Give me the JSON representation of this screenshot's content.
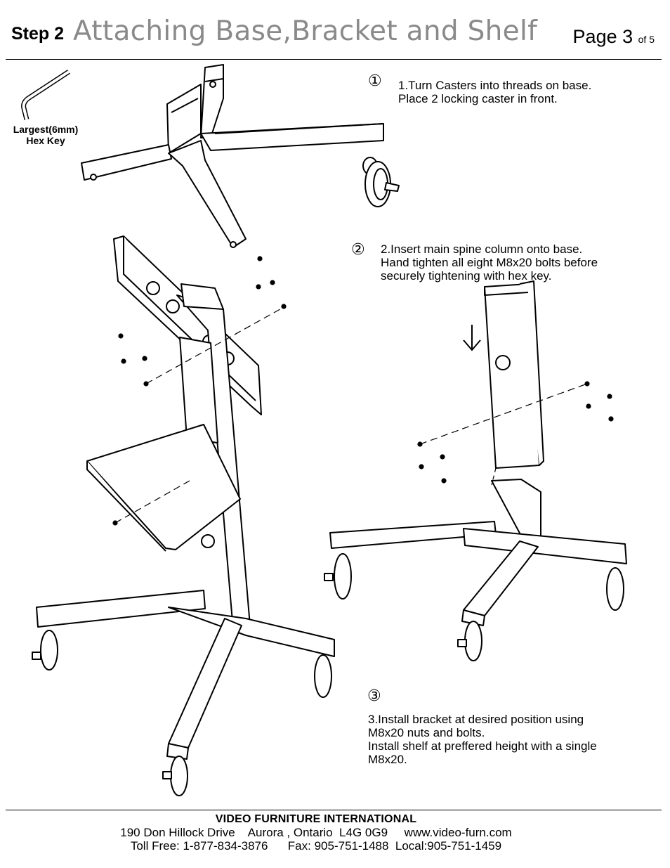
{
  "header": {
    "step_label": "Step 2",
    "step_title": "Attaching Base,Bracket and Shelf",
    "page_word": "Page 3",
    "page_of": "of 5"
  },
  "tool": {
    "line1": "Largest(6mm)",
    "line2": "Hex Key"
  },
  "steps": [
    {
      "number": "①",
      "lines": [
        "1.Turn Casters into threads on base.",
        "Place 2 locking caster in front."
      ]
    },
    {
      "number": "②",
      "lines": [
        "2.Insert main spine column onto base.",
        "Hand tighten all eight M8x20 bolts before",
        "securely tightening with hex key."
      ]
    },
    {
      "number": "③",
      "lines": [
        "3.Install bracket at desired position using",
        "M8x20 nuts and bolts.",
        "Install shelf at preffered height with a single",
        "M8x20."
      ]
    }
  ],
  "footer": {
    "company": "VIDEO FURNITURE INTERNATIONAL",
    "address_line": "190 Don Hillock Drive    Aurora , Ontario  L4G 0G9     www.video-furn.com",
    "phone_line": "Toll Free: 1-877-834-3876      Fax: 905-751-1488  Local:905-751-1459"
  },
  "icons": [
    "hex-key-icon",
    "down-arrow-icon"
  ]
}
